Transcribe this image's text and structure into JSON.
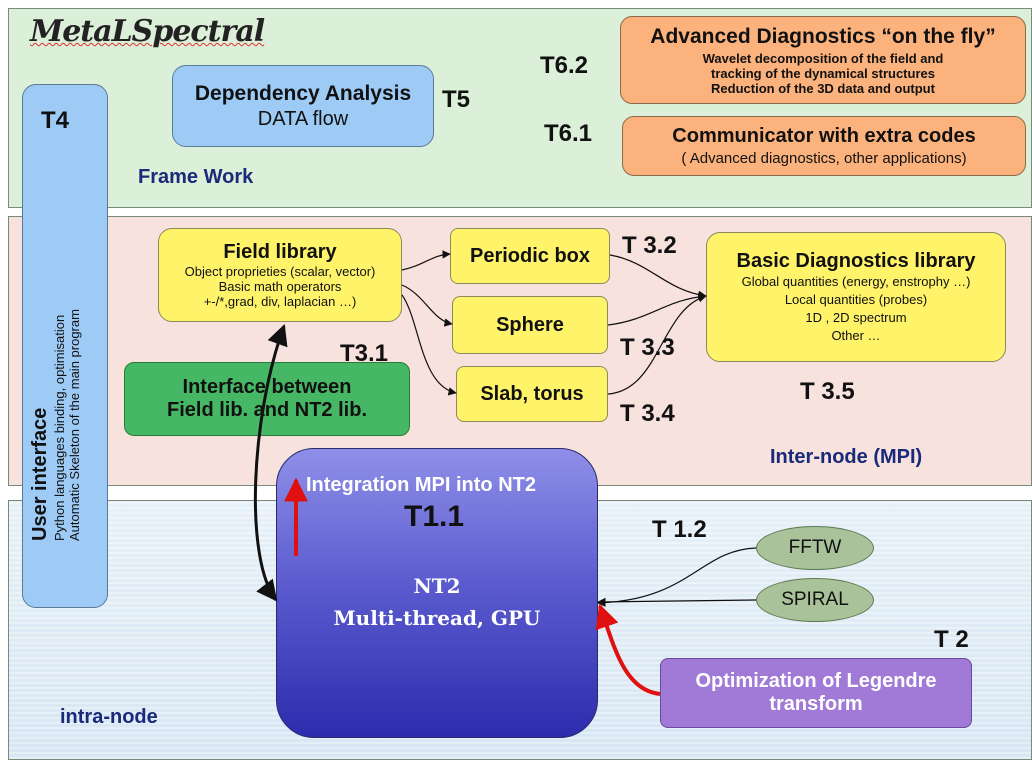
{
  "framework": {
    "logo": "MetaLSpectral",
    "band_label": "Frame Work",
    "dependency": {
      "title": "Dependency Analysis",
      "subtitle": "DATA flow",
      "tag": "T5"
    },
    "t62": {
      "tag": "T6.2",
      "title": "Advanced Diagnostics “on the fly”",
      "lines": [
        "Wavelet decomposition of the field and",
        "tracking of the dynamical structures",
        "Reduction of the 3D data and output"
      ]
    },
    "t61": {
      "tag": "T6.1",
      "title": "Communicator with extra codes",
      "line": "( Advanced diagnostics, other applications)"
    }
  },
  "user_interface": {
    "tag": "T4",
    "title": "User interface",
    "lines": [
      "Python languages binding, optimisation",
      "Automatic Skeleton of the main program"
    ]
  },
  "internode": {
    "band_label": "Inter-node (MPI)",
    "field_library": {
      "title": "Field library",
      "lines": [
        "Object proprieties (scalar, vector)",
        "Basic math operators",
        "+-/*,grad, div, laplacian …)"
      ]
    },
    "periodic": {
      "title": "Periodic box",
      "tag": "T 3.2"
    },
    "sphere": {
      "title": "Sphere",
      "tag": "T 3.3"
    },
    "slab": {
      "title": "Slab, torus",
      "tag": "T 3.4"
    },
    "basic_diag": {
      "title": "Basic Diagnostics library",
      "lines": [
        "Global quantities (energy, enstrophy …)",
        "Local quantities (probes)",
        "1D , 2D spectrum",
        "Other …"
      ],
      "tag": "T 3.5"
    },
    "interface": {
      "lines": [
        "Interface between",
        "Field lib. and NT2 lib."
      ],
      "tag": "T3.1"
    }
  },
  "intranode": {
    "band_label": "intra-node",
    "nt2": {
      "header": "Integration MPI into NT2",
      "tag": "T1.1",
      "title": "NT2",
      "subtitle": "Multi-thread, GPU"
    },
    "t12": "T 1.2",
    "fftw": "FFTW",
    "spiral": "SPIRAL",
    "t2": "T 2",
    "legendre": {
      "lines": [
        "Optimization of Legendre",
        "transform"
      ]
    }
  },
  "colors": {
    "framework_band": "#dcefd8",
    "internode_band": "#f8e2dd",
    "intranode_band": "#d7e6f3",
    "yellow_box": "#fff36a",
    "orange_box": "#fbb27c",
    "blue_box": "#9ecbf5",
    "green_box": "#46b865",
    "purple_box": "#a07ad6",
    "nt2_gradient": [
      "#8f8fe8",
      "#2c2cae"
    ],
    "label_navy": "#1a2a7a",
    "red_arrow": "#e01010"
  }
}
